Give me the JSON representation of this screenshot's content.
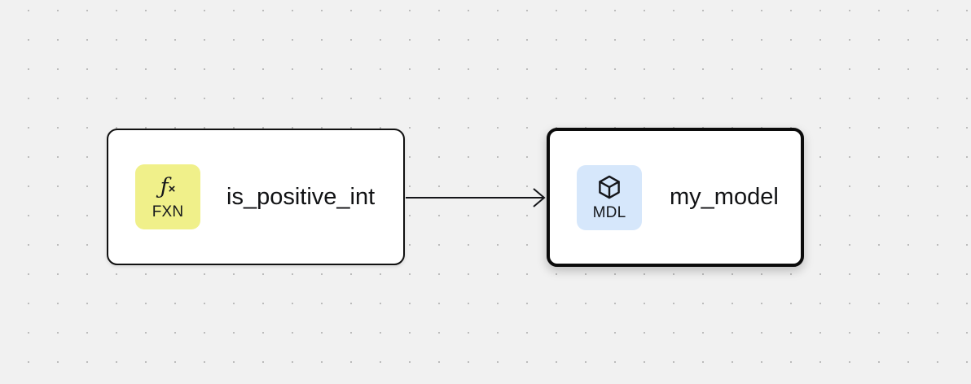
{
  "canvas": {
    "background_color": "#f1f1f1",
    "dot_color": "#bcbcbc",
    "dot_spacing": 36
  },
  "nodes": [
    {
      "id": "fxn-node",
      "title": "is_positive_int",
      "badge": {
        "type_label": "FXN",
        "glyph": "fx",
        "glyph_icon_name": "function-fx-icon",
        "background_color": "#f0f08a"
      },
      "selected": false,
      "border_color": "#111111"
    },
    {
      "id": "mdl-node",
      "title": "my_model",
      "badge": {
        "type_label": "MDL",
        "glyph": "cube",
        "glyph_icon_name": "cube-box-icon",
        "background_color": "#d6e7fb"
      },
      "selected": true,
      "border_color": "#0b0b0b"
    }
  ],
  "edges": [
    {
      "id": "edge-fxn-to-mdl",
      "from": "fxn-node",
      "to": "mdl-node",
      "color": "#15161a",
      "arrowhead": "open-v"
    }
  ]
}
